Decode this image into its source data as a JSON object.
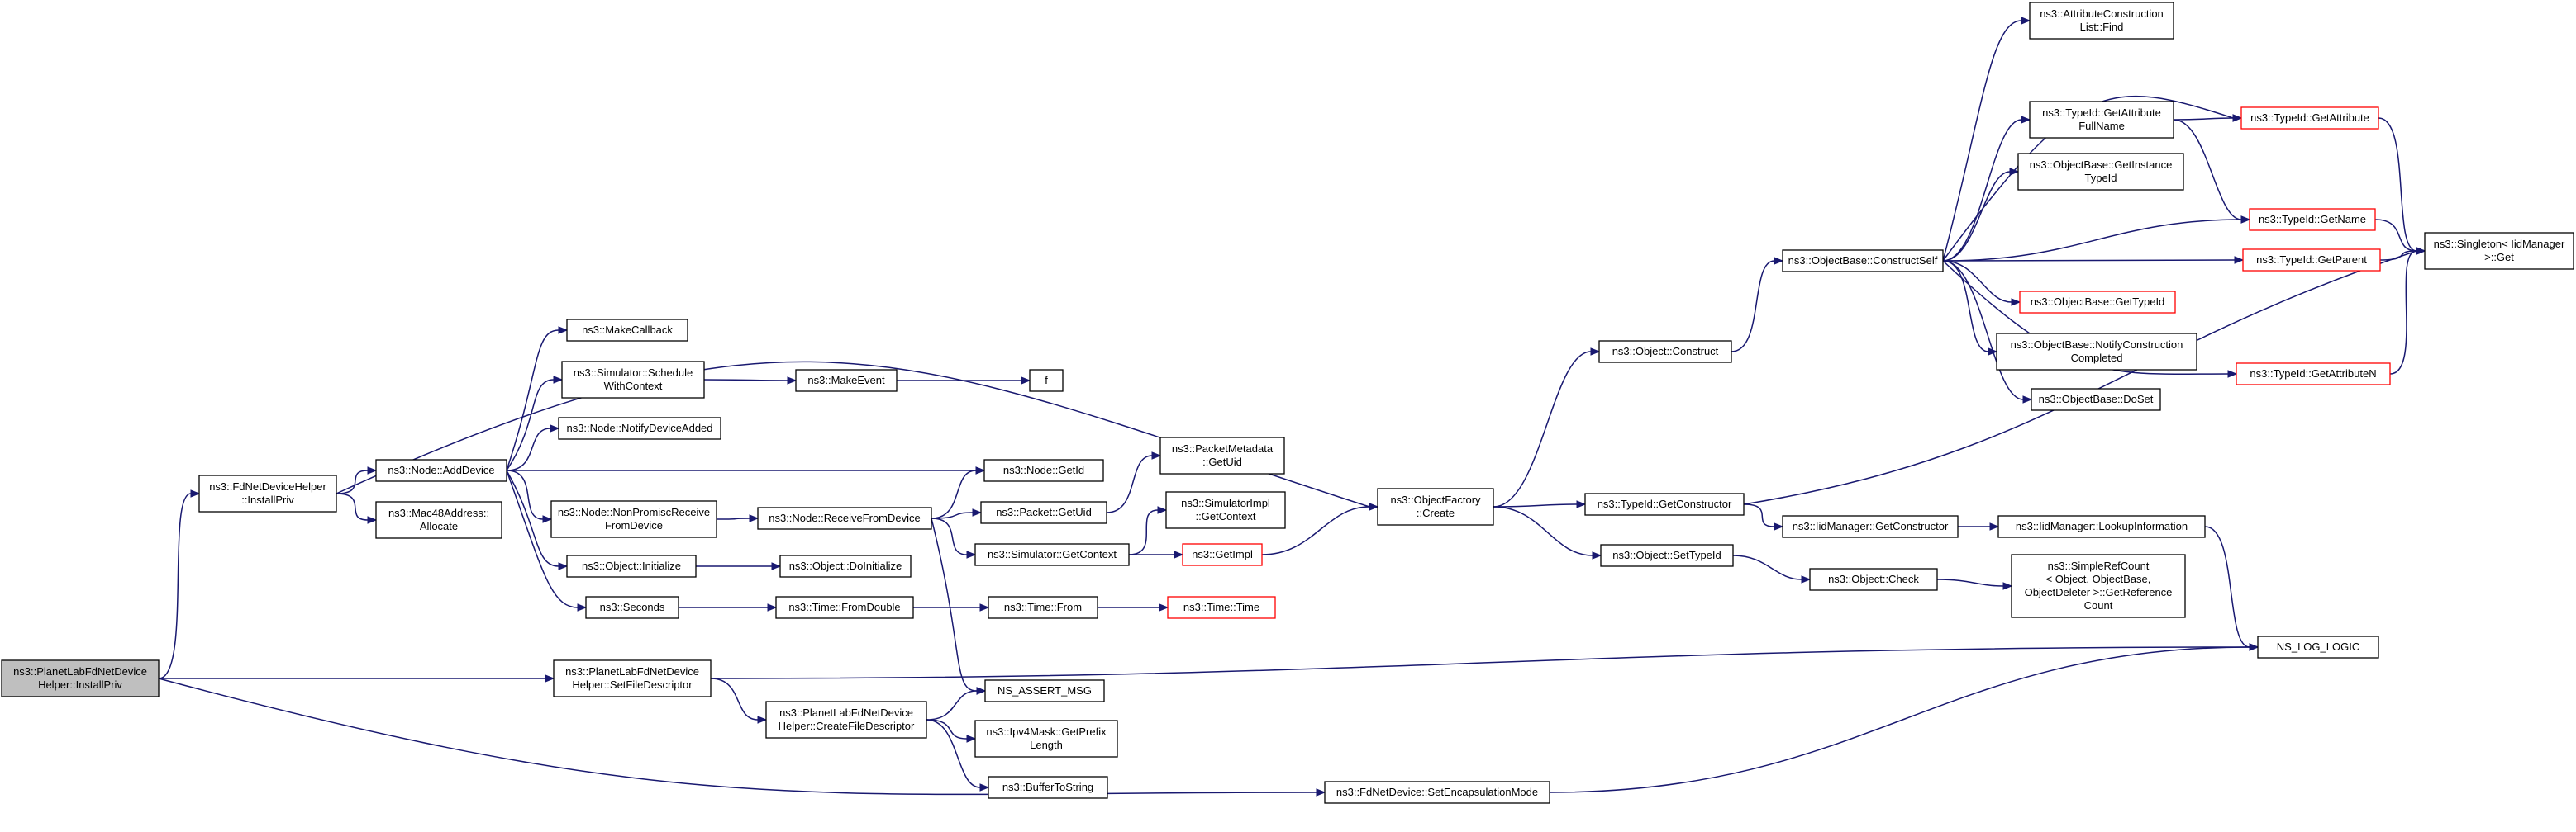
{
  "graph": {
    "nodes": [
      {
        "id": "root",
        "lines": [
          "ns3::PlanetLabFdNetDevice",
          "Helper::InstallPriv"
        ],
        "style": "root"
      },
      {
        "id": "fdhelper_installpriv",
        "lines": [
          "ns3::FdNetDeviceHelper",
          "::InstallPriv"
        ],
        "style": "normal"
      },
      {
        "id": "pl_setfiledesc",
        "lines": [
          "ns3::PlanetLabFdNetDevice",
          "Helper::SetFileDescriptor"
        ],
        "style": "normal"
      },
      {
        "id": "fd_setencap",
        "lines": [
          "ns3::FdNetDevice::SetEncapsulationMode"
        ],
        "style": "normal"
      },
      {
        "id": "node_adddevice",
        "lines": [
          "ns3::Node::AddDevice"
        ],
        "style": "normal"
      },
      {
        "id": "mac48_allocate",
        "lines": [
          "ns3::Mac48Address::",
          "Allocate"
        ],
        "style": "normal"
      },
      {
        "id": "makecallback",
        "lines": [
          "ns3::MakeCallback"
        ],
        "style": "normal"
      },
      {
        "id": "sim_schedulewc",
        "lines": [
          "ns3::Simulator::Schedule",
          "WithContext"
        ],
        "style": "normal"
      },
      {
        "id": "node_notifydev",
        "lines": [
          "ns3::Node::NotifyDeviceAdded"
        ],
        "style": "normal"
      },
      {
        "id": "node_nonpromisc",
        "lines": [
          "ns3::Node::NonPromiscReceive",
          "FromDevice"
        ],
        "style": "normal"
      },
      {
        "id": "object_initialize",
        "lines": [
          "ns3::Object::Initialize"
        ],
        "style": "normal"
      },
      {
        "id": "seconds",
        "lines": [
          "ns3::Seconds"
        ],
        "style": "normal"
      },
      {
        "id": "makeevent",
        "lines": [
          "ns3::MakeEvent"
        ],
        "style": "normal"
      },
      {
        "id": "f",
        "lines": [
          "f"
        ],
        "style": "normal"
      },
      {
        "id": "node_receivefromdev",
        "lines": [
          "ns3::Node::ReceiveFromDevice"
        ],
        "style": "normal"
      },
      {
        "id": "object_doinit",
        "lines": [
          "ns3::Object::DoInitialize"
        ],
        "style": "normal"
      },
      {
        "id": "time_fromdouble",
        "lines": [
          "ns3::Time::FromDouble"
        ],
        "style": "normal"
      },
      {
        "id": "pl_createfd",
        "lines": [
          "ns3::PlanetLabFdNetDevice",
          "Helper::CreateFileDescriptor"
        ],
        "style": "normal"
      },
      {
        "id": "node_getid",
        "lines": [
          "ns3::Node::GetId"
        ],
        "style": "normal"
      },
      {
        "id": "packet_getuid",
        "lines": [
          "ns3::Packet::GetUid"
        ],
        "style": "normal"
      },
      {
        "id": "sim_getcontext",
        "lines": [
          "ns3::Simulator::GetContext"
        ],
        "style": "normal"
      },
      {
        "id": "time_from",
        "lines": [
          "ns3::Time::From"
        ],
        "style": "normal"
      },
      {
        "id": "ns_assert_msg",
        "lines": [
          "NS_ASSERT_MSG"
        ],
        "style": "normal"
      },
      {
        "id": "ipv4mask_getprefix",
        "lines": [
          "ns3::Ipv4Mask::GetPrefix",
          "Length"
        ],
        "style": "normal"
      },
      {
        "id": "buffertostring",
        "lines": [
          "ns3::BufferToString"
        ],
        "style": "normal"
      },
      {
        "id": "pktmeta_getuid",
        "lines": [
          "ns3::PacketMetadata",
          "::GetUid"
        ],
        "style": "normal"
      },
      {
        "id": "simimpl_getcontext",
        "lines": [
          "ns3::SimulatorImpl",
          "::GetContext"
        ],
        "style": "normal"
      },
      {
        "id": "getimpl",
        "lines": [
          "ns3::GetImpl"
        ],
        "style": "trunc"
      },
      {
        "id": "time_time",
        "lines": [
          "ns3::Time::Time"
        ],
        "style": "trunc"
      },
      {
        "id": "objfactory_create",
        "lines": [
          "ns3::ObjectFactory",
          "::Create"
        ],
        "style": "normal"
      },
      {
        "id": "object_construct",
        "lines": [
          "ns3::Object::Construct"
        ],
        "style": "normal"
      },
      {
        "id": "typeid_getconstructor",
        "lines": [
          "ns3::TypeId::GetConstructor"
        ],
        "style": "normal"
      },
      {
        "id": "object_settypeid",
        "lines": [
          "ns3::Object::SetTypeId"
        ],
        "style": "normal"
      },
      {
        "id": "objbase_constructself",
        "lines": [
          "ns3::ObjectBase::ConstructSelf"
        ],
        "style": "normal"
      },
      {
        "id": "iidmgr_getconstructor",
        "lines": [
          "ns3::IidManager::GetConstructor"
        ],
        "style": "normal"
      },
      {
        "id": "object_check",
        "lines": [
          "ns3::Object::Check"
        ],
        "style": "normal"
      },
      {
        "id": "attrconstr_find",
        "lines": [
          "ns3::AttributeConstruction",
          "List::Find"
        ],
        "style": "normal"
      },
      {
        "id": "typeid_getattrfullname",
        "lines": [
          "ns3::TypeId::GetAttribute",
          "FullName"
        ],
        "style": "normal"
      },
      {
        "id": "objbase_getinstancetypeid",
        "lines": [
          "ns3::ObjectBase::GetInstance",
          "TypeId"
        ],
        "style": "normal"
      },
      {
        "id": "objbase_gettypeid",
        "lines": [
          "ns3::ObjectBase::GetTypeId"
        ],
        "style": "trunc"
      },
      {
        "id": "objbase_notifyconstr",
        "lines": [
          "ns3::ObjectBase::NotifyConstruction",
          "Completed"
        ],
        "style": "normal"
      },
      {
        "id": "objbase_doset",
        "lines": [
          "ns3::ObjectBase::DoSet"
        ],
        "style": "normal"
      },
      {
        "id": "iidmgr_lookupinfo",
        "lines": [
          "ns3::IidManager::LookupInformation"
        ],
        "style": "normal"
      },
      {
        "id": "simplerefcount",
        "lines": [
          "ns3::SimpleRefCount",
          "< Object, ObjectBase,",
          "ObjectDeleter >::GetReference",
          "Count"
        ],
        "style": "normal"
      },
      {
        "id": "typeid_getattribute",
        "lines": [
          "ns3::TypeId::GetAttribute"
        ],
        "style": "trunc"
      },
      {
        "id": "typeid_getname",
        "lines": [
          "ns3::TypeId::GetName"
        ],
        "style": "trunc"
      },
      {
        "id": "typeid_getparent",
        "lines": [
          "ns3::TypeId::GetParent"
        ],
        "style": "trunc"
      },
      {
        "id": "typeid_getattributen",
        "lines": [
          "ns3::TypeId::GetAttributeN"
        ],
        "style": "trunc"
      },
      {
        "id": "singleton_get",
        "lines": [
          "ns3::Singleton< IidManager",
          " >::Get"
        ],
        "style": "normal"
      },
      {
        "id": "ns_log_logic",
        "lines": [
          "NS_LOG_LOGIC"
        ],
        "style": "normal"
      }
    ],
    "edges": [
      {
        "from": "root",
        "to": "fdhelper_installpriv"
      },
      {
        "from": "root",
        "to": "pl_setfiledesc"
      },
      {
        "from": "root",
        "to": "fd_setencap"
      },
      {
        "from": "fdhelper_installpriv",
        "to": "node_adddevice"
      },
      {
        "from": "fdhelper_installpriv",
        "to": "mac48_allocate"
      },
      {
        "from": "fdhelper_installpriv",
        "to": "objfactory_create"
      },
      {
        "from": "node_adddevice",
        "to": "makecallback"
      },
      {
        "from": "node_adddevice",
        "to": "sim_schedulewc"
      },
      {
        "from": "node_adddevice",
        "to": "node_notifydev"
      },
      {
        "from": "node_adddevice",
        "to": "node_nonpromisc"
      },
      {
        "from": "node_adddevice",
        "to": "object_initialize"
      },
      {
        "from": "node_adddevice",
        "to": "seconds"
      },
      {
        "from": "node_adddevice",
        "to": "node_getid"
      },
      {
        "from": "sim_schedulewc",
        "to": "makeevent"
      },
      {
        "from": "makeevent",
        "to": "f"
      },
      {
        "from": "node_nonpromisc",
        "to": "node_receivefromdev"
      },
      {
        "from": "object_initialize",
        "to": "object_doinit"
      },
      {
        "from": "seconds",
        "to": "time_fromdouble"
      },
      {
        "from": "node_receivefromdev",
        "to": "node_getid"
      },
      {
        "from": "node_receivefromdev",
        "to": "packet_getuid"
      },
      {
        "from": "node_receivefromdev",
        "to": "sim_getcontext"
      },
      {
        "from": "node_receivefromdev",
        "to": "ns_assert_msg"
      },
      {
        "from": "packet_getuid",
        "to": "pktmeta_getuid"
      },
      {
        "from": "sim_getcontext",
        "to": "simimpl_getcontext"
      },
      {
        "from": "sim_getcontext",
        "to": "getimpl"
      },
      {
        "from": "time_fromdouble",
        "to": "time_from"
      },
      {
        "from": "time_from",
        "to": "time_time"
      },
      {
        "from": "pl_setfiledesc",
        "to": "pl_createfd"
      },
      {
        "from": "pl_setfiledesc",
        "to": "ns_log_logic"
      },
      {
        "from": "pl_createfd",
        "to": "ns_assert_msg"
      },
      {
        "from": "pl_createfd",
        "to": "ipv4mask_getprefix"
      },
      {
        "from": "pl_createfd",
        "to": "buffertostring"
      },
      {
        "from": "getimpl",
        "to": "objfactory_create"
      },
      {
        "from": "fd_setencap",
        "to": "ns_log_logic"
      },
      {
        "from": "objfactory_create",
        "to": "object_construct"
      },
      {
        "from": "objfactory_create",
        "to": "typeid_getconstructor"
      },
      {
        "from": "objfactory_create",
        "to": "object_settypeid"
      },
      {
        "from": "object_construct",
        "to": "objbase_constructself"
      },
      {
        "from": "typeid_getconstructor",
        "to": "iidmgr_getconstructor"
      },
      {
        "from": "typeid_getconstructor",
        "to": "singleton_get"
      },
      {
        "from": "object_settypeid",
        "to": "object_check"
      },
      {
        "from": "iidmgr_getconstructor",
        "to": "iidmgr_lookupinfo"
      },
      {
        "from": "iidmgr_lookupinfo",
        "to": "ns_log_logic"
      },
      {
        "from": "object_check",
        "to": "simplerefcount"
      },
      {
        "from": "objbase_constructself",
        "to": "attrconstr_find"
      },
      {
        "from": "objbase_constructself",
        "to": "typeid_getattribute"
      },
      {
        "from": "objbase_constructself",
        "to": "typeid_getattrfullname"
      },
      {
        "from": "objbase_constructself",
        "to": "objbase_getinstancetypeid"
      },
      {
        "from": "objbase_constructself",
        "to": "typeid_getname"
      },
      {
        "from": "objbase_constructself",
        "to": "typeid_getparent"
      },
      {
        "from": "objbase_constructself",
        "to": "objbase_gettypeid"
      },
      {
        "from": "objbase_constructself",
        "to": "objbase_notifyconstr"
      },
      {
        "from": "objbase_constructself",
        "to": "objbase_doset"
      },
      {
        "from": "objbase_constructself",
        "to": "typeid_getattributen"
      },
      {
        "from": "typeid_getattrfullname",
        "to": "typeid_getattribute"
      },
      {
        "from": "typeid_getattrfullname",
        "to": "typeid_getname"
      },
      {
        "from": "typeid_getattribute",
        "to": "singleton_get"
      },
      {
        "from": "typeid_getname",
        "to": "singleton_get"
      },
      {
        "from": "typeid_getparent",
        "to": "singleton_get"
      },
      {
        "from": "typeid_getattributen",
        "to": "singleton_get"
      }
    ]
  }
}
